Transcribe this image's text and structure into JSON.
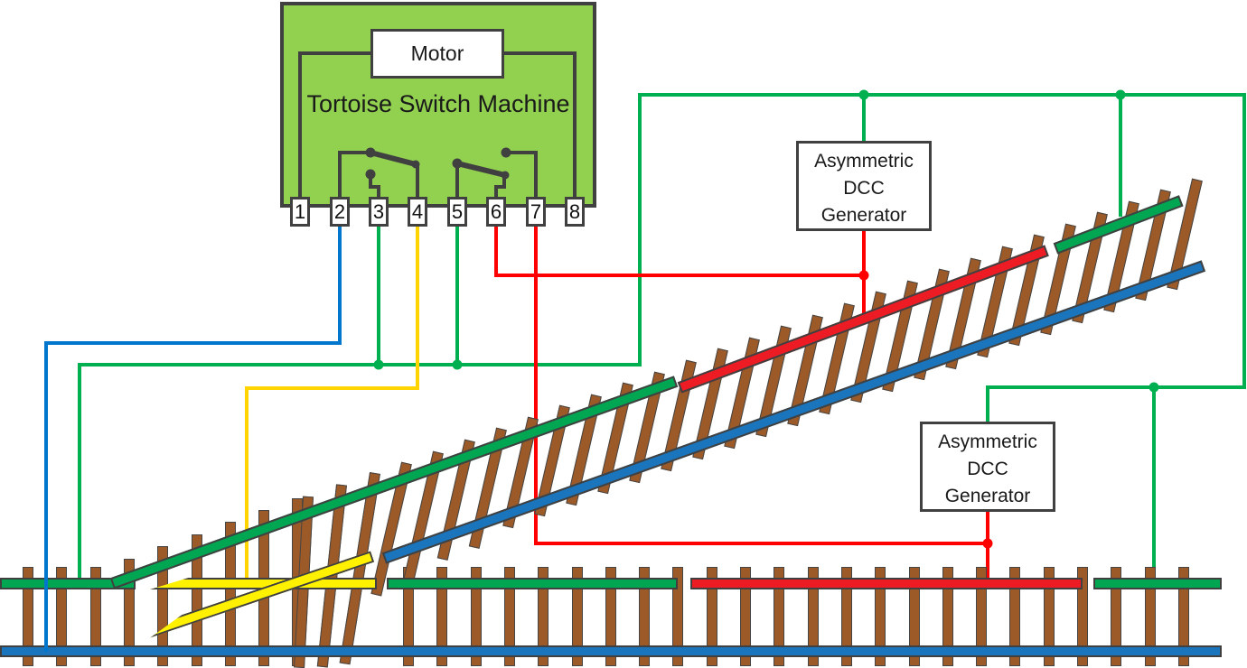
{
  "tortoise": {
    "name": "Tortoise Switch Machine",
    "motor": "Motor",
    "terminals": [
      "1",
      "2",
      "3",
      "4",
      "5",
      "6",
      "7",
      "8"
    ]
  },
  "generators": [
    {
      "lines": [
        "Asymmetric",
        "DCC",
        "Generator"
      ]
    },
    {
      "lines": [
        "Asymmetric",
        "DCC",
        "Generator"
      ]
    }
  ],
  "colors": {
    "box_green": "#92D050",
    "wire_green": "#00B050",
    "wire_red": "#FF0000",
    "wire_blue": "#0077CC",
    "wire_yellow": "#FFD400",
    "rail_green": "#00A651",
    "rail_red": "#ED1C24",
    "rail_blue": "#1B75BC",
    "rail_yellow": "#FFF100",
    "tie_brown": "#9C5A28",
    "outline": "#404040"
  }
}
